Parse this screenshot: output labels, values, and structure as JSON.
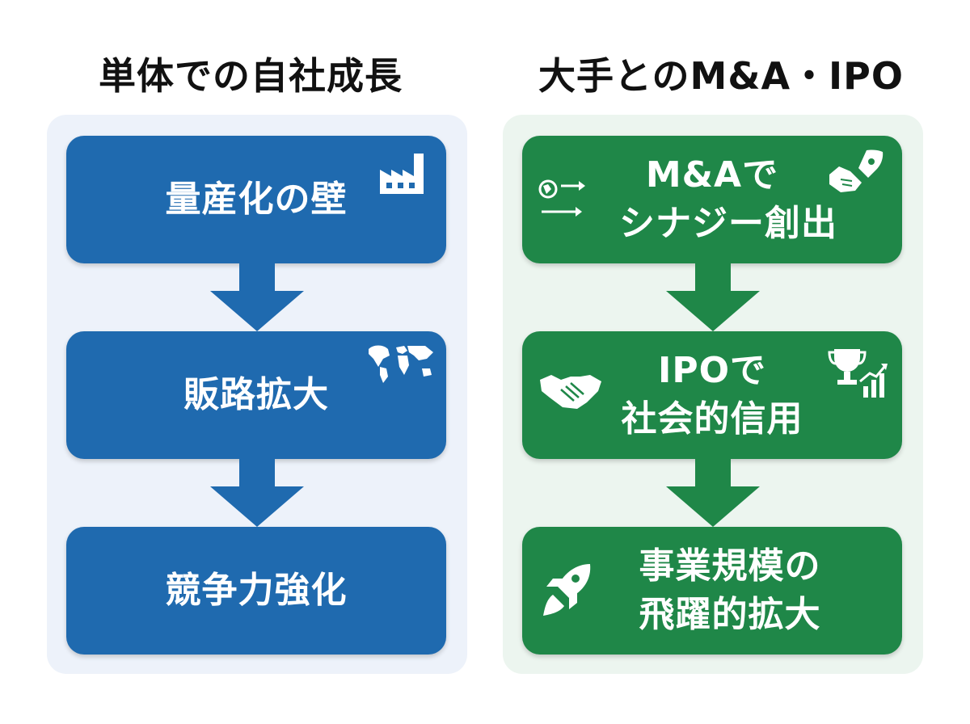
{
  "left": {
    "title": "単体での自社成長",
    "color": "#1f6aaf",
    "steps": [
      {
        "text": "量産化の壁",
        "icon": "factory-icon"
      },
      {
        "text": "販路拡大",
        "icon": "world-map-icon"
      },
      {
        "text": "競争力強化",
        "icon": ""
      }
    ]
  },
  "right": {
    "title": "大手とのM&A・IPO",
    "color": "#1f8748",
    "steps": [
      {
        "line1": "M&Aで",
        "line2": "シナジー創出",
        "icons": [
          "globe-arrows-icon",
          "handshake-rocket-icon"
        ]
      },
      {
        "line1": "IPOで",
        "line2": "社会的信用",
        "icons": [
          "handshake-icon",
          "trophy-chart-icon"
        ]
      },
      {
        "line1": "事業規模の",
        "line2": "飛躍的拡大",
        "icons": [
          "rocket-icon"
        ]
      }
    ]
  }
}
